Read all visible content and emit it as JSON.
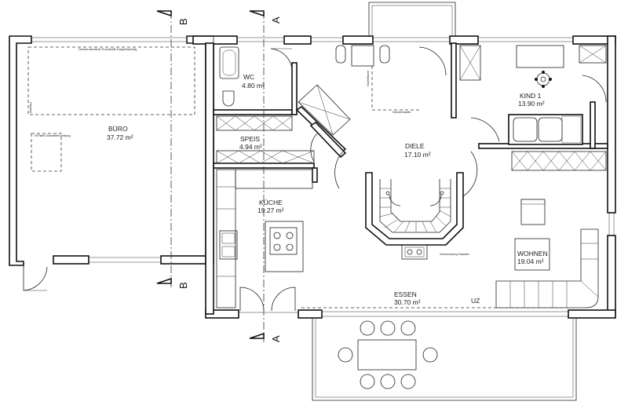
{
  "rooms": {
    "buero": {
      "name": "BÜRO",
      "area": "37.72 m²"
    },
    "wc": {
      "name": "WC",
      "area": "4.80 m²"
    },
    "speis": {
      "name": "SPEIS",
      "area": "4.94 m²"
    },
    "kueche": {
      "name": "KÜCHE",
      "area": "19.27 m²"
    },
    "diele": {
      "name": "DIELE",
      "area": "17.10 m²"
    },
    "kind": {
      "name": "KIND 1",
      "area": "13.90 m²"
    },
    "wohnen": {
      "name": "WOHNEN",
      "area": "19.04 m²"
    },
    "essen": {
      "name": "ESSEN",
      "area": "30.70 m²"
    }
  },
  "notes": {
    "uz": "UZ",
    "buero_top": "Deckenrandlinie Eurostatik Doppelwandig",
    "buero_side": "Dachtür",
    "buero_desk": "Kf/Tafel Dachbeleuchtung",
    "diele_1": "Dachfläche",
    "diele_2": "Deckenkante",
    "stair_bottom": "Verrauchung Haustür"
  },
  "sections": {
    "a": "A",
    "b": "B"
  }
}
